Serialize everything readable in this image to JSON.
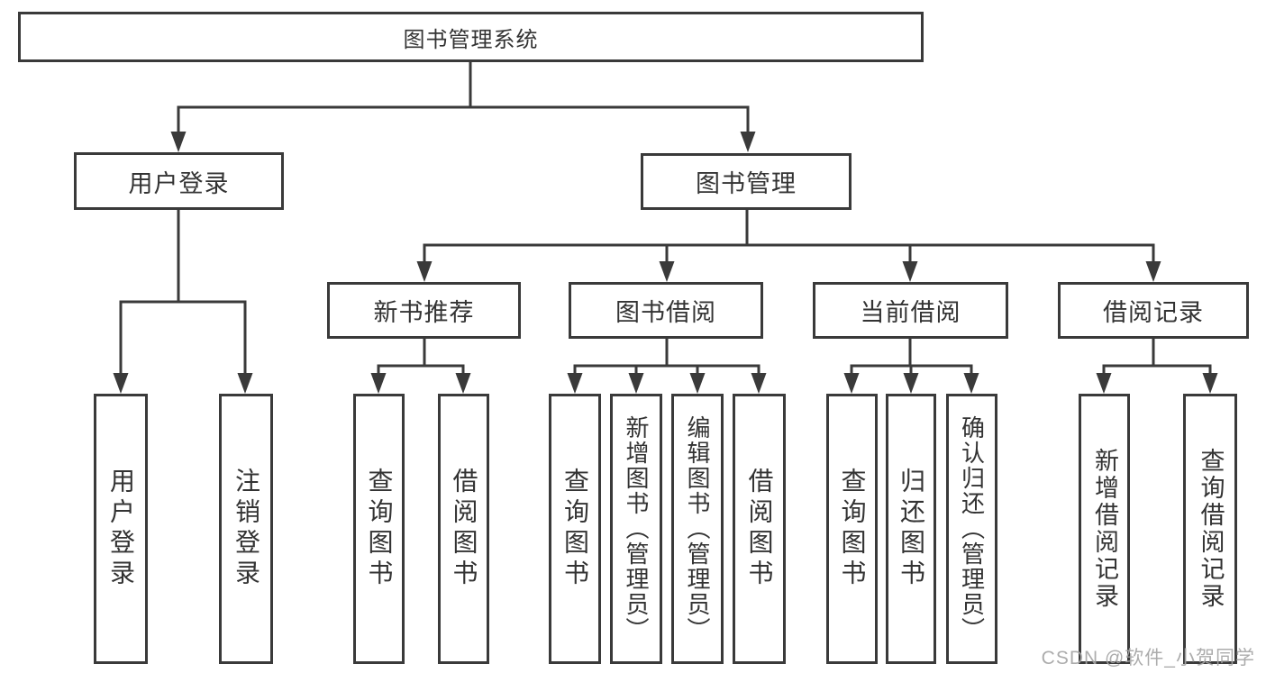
{
  "diagram_title": "图书管理系统",
  "nodes": {
    "root": "图书管理系统",
    "user_login": "用户登录",
    "book_management": "图书管理",
    "new_book_recommend": "新书推荐",
    "book_borrow": "图书借阅",
    "current_borrow": "当前借阅",
    "borrow_records": "借阅记录",
    "leaf_user_login": "用户登录",
    "leaf_logout": "注销登录",
    "leaf_nb_query_books": "查询图书",
    "leaf_nb_borrow_books": "借阅图书",
    "leaf_bb_query_books": "查询图书",
    "leaf_bb_add_books": "新增图书（管理员）",
    "leaf_bb_edit_books": "编辑图书（管理员）",
    "leaf_bb_borrow_books": "借阅图书",
    "leaf_cb_query_books": "查询图书",
    "leaf_cb_return_books": "归还图书",
    "leaf_cb_confirm_return": "确认归还（管理员）",
    "leaf_br_add_record": "新增借阅记录",
    "leaf_br_query_record": "查询借阅记录"
  },
  "watermark": "CSDN @软件_小贺同学",
  "colors": {
    "line": "#3a3a3a",
    "text": "#333333",
    "watermark": "#a5a5a5",
    "background": "#ffffff"
  }
}
